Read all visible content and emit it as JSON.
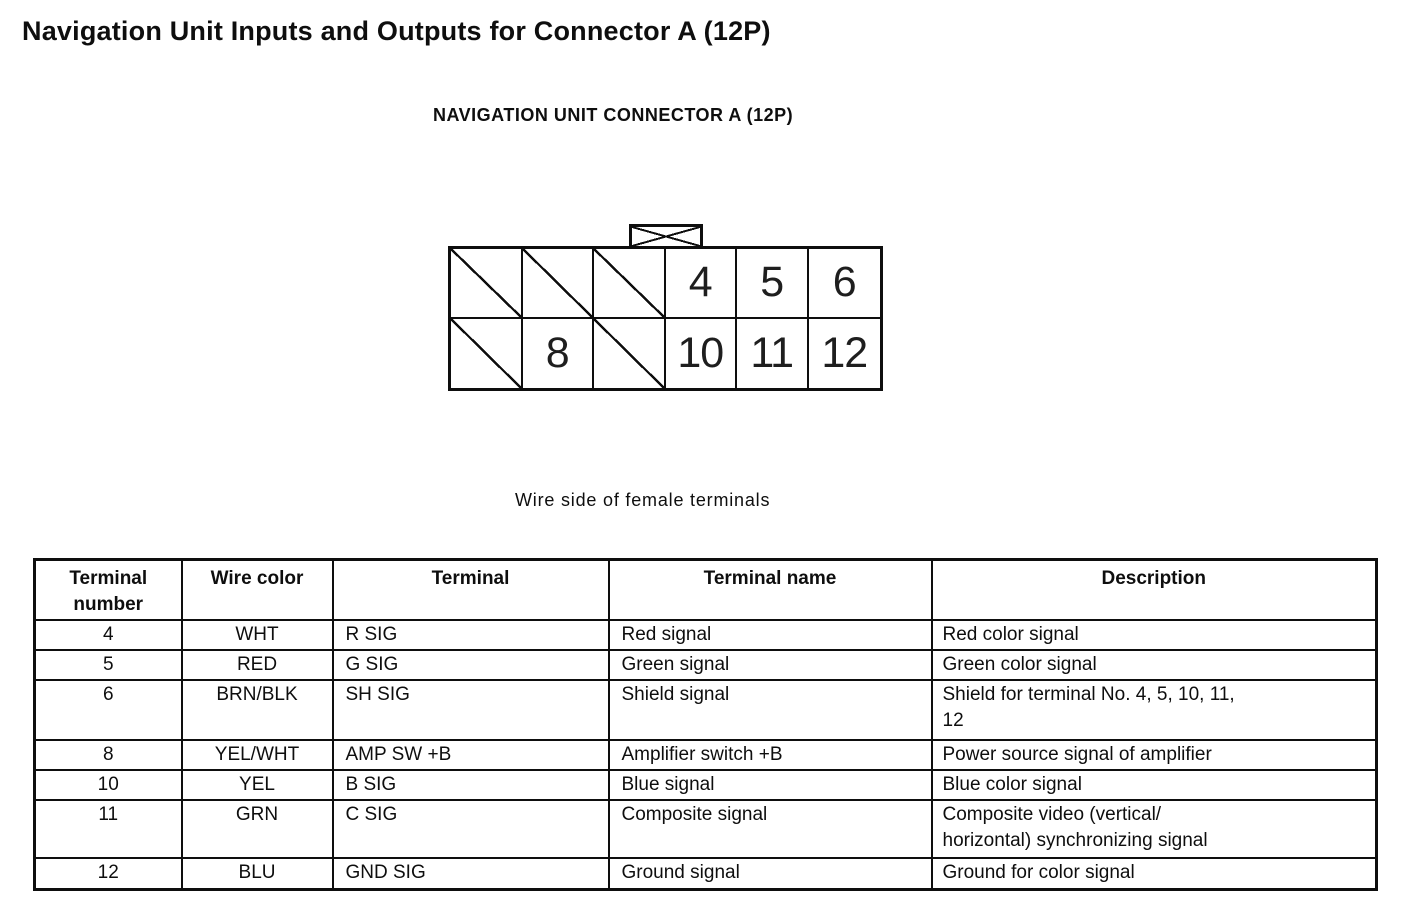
{
  "page": {
    "title": "Navigation Unit Inputs and Outputs for Connector A (12P)",
    "connector_heading": "NAVIGATION UNIT CONNECTOR A (12P)",
    "wire_side_caption": "Wire side of female terminals"
  },
  "connector": {
    "rows": [
      {
        "cells": [
          {
            "label": "",
            "blocked": true
          },
          {
            "label": "",
            "blocked": true
          },
          {
            "label": "",
            "blocked": true
          },
          {
            "label": "4",
            "blocked": false
          },
          {
            "label": "5",
            "blocked": false
          },
          {
            "label": "6",
            "blocked": false
          }
        ]
      },
      {
        "cells": [
          {
            "label": "",
            "blocked": true
          },
          {
            "label": "8",
            "blocked": false
          },
          {
            "label": "",
            "blocked": true
          },
          {
            "label": "10",
            "blocked": false
          },
          {
            "label": "11",
            "blocked": false
          },
          {
            "label": "12",
            "blocked": false
          }
        ]
      }
    ]
  },
  "table": {
    "headers": {
      "terminal_number": "Terminal\nnumber",
      "wire_color": "Wire color",
      "terminal": "Terminal",
      "terminal_name": "Terminal name",
      "description": "Description"
    },
    "rows": [
      {
        "terminal_number": "4",
        "wire_color": "WHT",
        "terminal": "R SIG",
        "terminal_name": "Red signal",
        "description": "Red color signal"
      },
      {
        "terminal_number": "5",
        "wire_color": "RED",
        "terminal": "G SIG",
        "terminal_name": "Green signal",
        "description": "Green color signal"
      },
      {
        "terminal_number": "6",
        "wire_color": "BRN/BLK",
        "terminal": "SH SIG",
        "terminal_name": "Shield signal",
        "description": "Shield for terminal No. 4, 5, 10, 11,\n12"
      },
      {
        "terminal_number": "8",
        "wire_color": "YEL/WHT",
        "terminal": "AMP SW +B",
        "terminal_name": "Amplifier switch +B",
        "description": "Power source signal of amplifier"
      },
      {
        "terminal_number": "10",
        "wire_color": "YEL",
        "terminal": "B SIG",
        "terminal_name": "Blue signal",
        "description": "Blue color signal"
      },
      {
        "terminal_number": "11",
        "wire_color": "GRN",
        "terminal": "C SIG",
        "terminal_name": "Composite signal",
        "description": "Composite video (vertical/\nhorizontal) synchronizing signal"
      },
      {
        "terminal_number": "12",
        "wire_color": "BLU",
        "terminal": "GND SIG",
        "terminal_name": "Ground signal",
        "description": "Ground for color signal"
      }
    ]
  },
  "colors": {
    "ink": "#0e0e0e",
    "paper": "#ffffff"
  }
}
